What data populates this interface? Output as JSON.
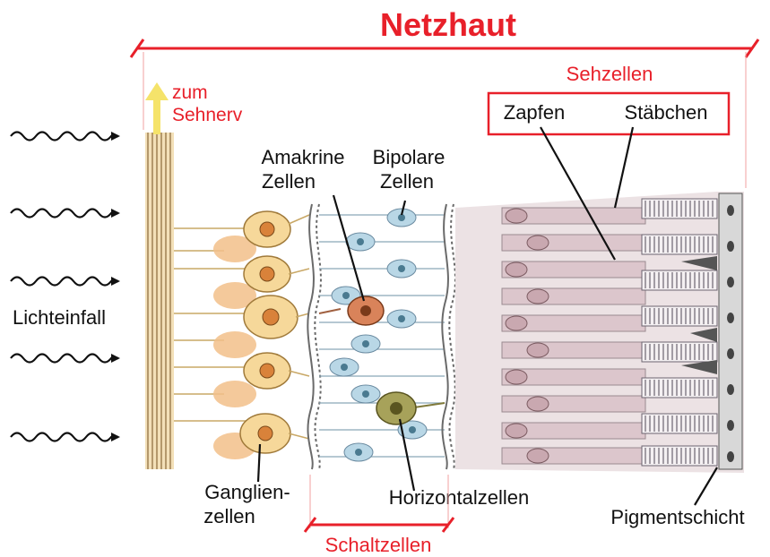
{
  "title": "Netzhaut",
  "labels": {
    "sehzellen": "Sehzellen",
    "zapfen": "Zapfen",
    "staebchen": "Stäbchen",
    "zum": "zum",
    "sehnerv": "Sehnerv",
    "amakrine_1": "Amakrine",
    "amakrine_2": "Zellen",
    "bipolare_1": "Bipolare",
    "bipolare_2": "Zellen",
    "lichteinfall": "Lichteinfall",
    "ganglien_1": "Ganglien-",
    "ganglien_2": "zellen",
    "horizontalzellen": "Horizontalzellen",
    "pigmentschicht": "Pigmentschicht",
    "schaltzellen": "Schaltzellen"
  },
  "colors": {
    "accent_red": "#e8202a",
    "label_text": "#111111",
    "ganglion_fill": "#f6d89a",
    "ganglion_nucleus": "#d9823a",
    "bipolar_fill": "#b9d7e6",
    "amacrine_fill": "#d9835a",
    "horizontal_fill": "#a7a25a",
    "photoreceptor_fill": "#dcc6cc",
    "cone_stripes": "#6b6470",
    "membrane": "#8a8a8a",
    "arrow_up": "#f5e36a"
  },
  "icons": {
    "light_arrow": "wavy-arrow-icon",
    "nerve_arrow": "up-arrow-icon"
  }
}
